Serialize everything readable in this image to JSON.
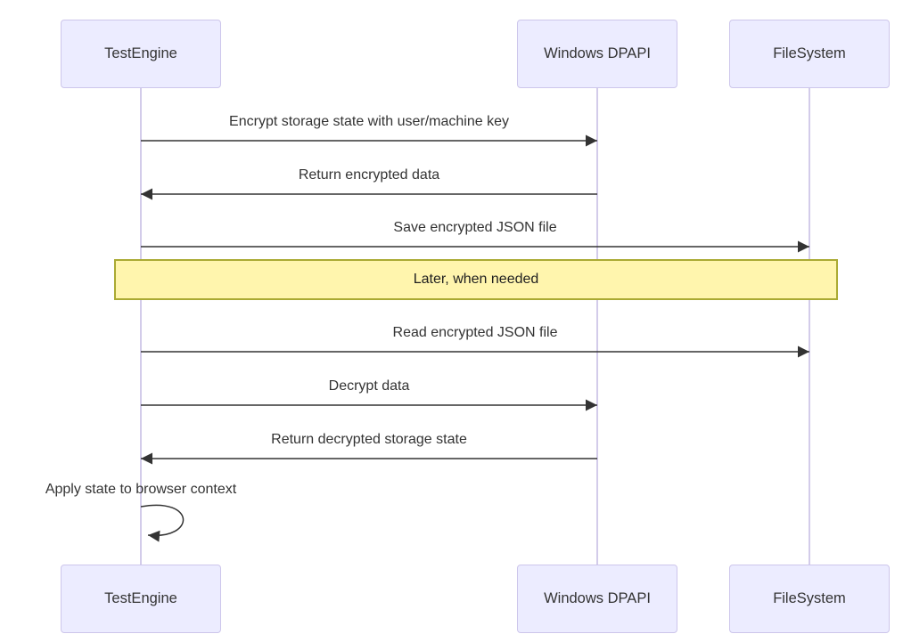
{
  "diagram": {
    "type": "sequence",
    "actors": [
      {
        "label": "TestEngine"
      },
      {
        "label": "Windows DPAPI"
      },
      {
        "label": "FileSystem"
      }
    ],
    "messages": [
      {
        "label": "Encrypt storage state with user/machine key",
        "from": "TestEngine",
        "to": "Windows DPAPI",
        "arrow": "solid-right"
      },
      {
        "label": "Return encrypted data",
        "from": "Windows DPAPI",
        "to": "TestEngine",
        "arrow": "solid-left"
      },
      {
        "label": "Save encrypted JSON file",
        "from": "TestEngine",
        "to": "FileSystem",
        "arrow": "solid-right"
      },
      {
        "label": "Read encrypted JSON file",
        "from": "TestEngine",
        "to": "FileSystem",
        "arrow": "solid-right"
      },
      {
        "label": "Decrypt data",
        "from": "TestEngine",
        "to": "Windows DPAPI",
        "arrow": "solid-right"
      },
      {
        "label": "Return decrypted storage state",
        "from": "Windows DPAPI",
        "to": "TestEngine",
        "arrow": "solid-left"
      },
      {
        "label": "Apply state to browser context",
        "from": "TestEngine",
        "to": "TestEngine",
        "arrow": "self-loop"
      }
    ],
    "note": {
      "label": "Later, when needed",
      "placement": "over all participants"
    },
    "colors": {
      "actor_fill": "#ECECFF",
      "actor_border": "#CDC6EB",
      "lifeline": "#D3CCEA",
      "note_fill": "#FFF5AD",
      "note_border": "#AAAA33",
      "message_line": "#333333",
      "text": "#333333"
    }
  }
}
